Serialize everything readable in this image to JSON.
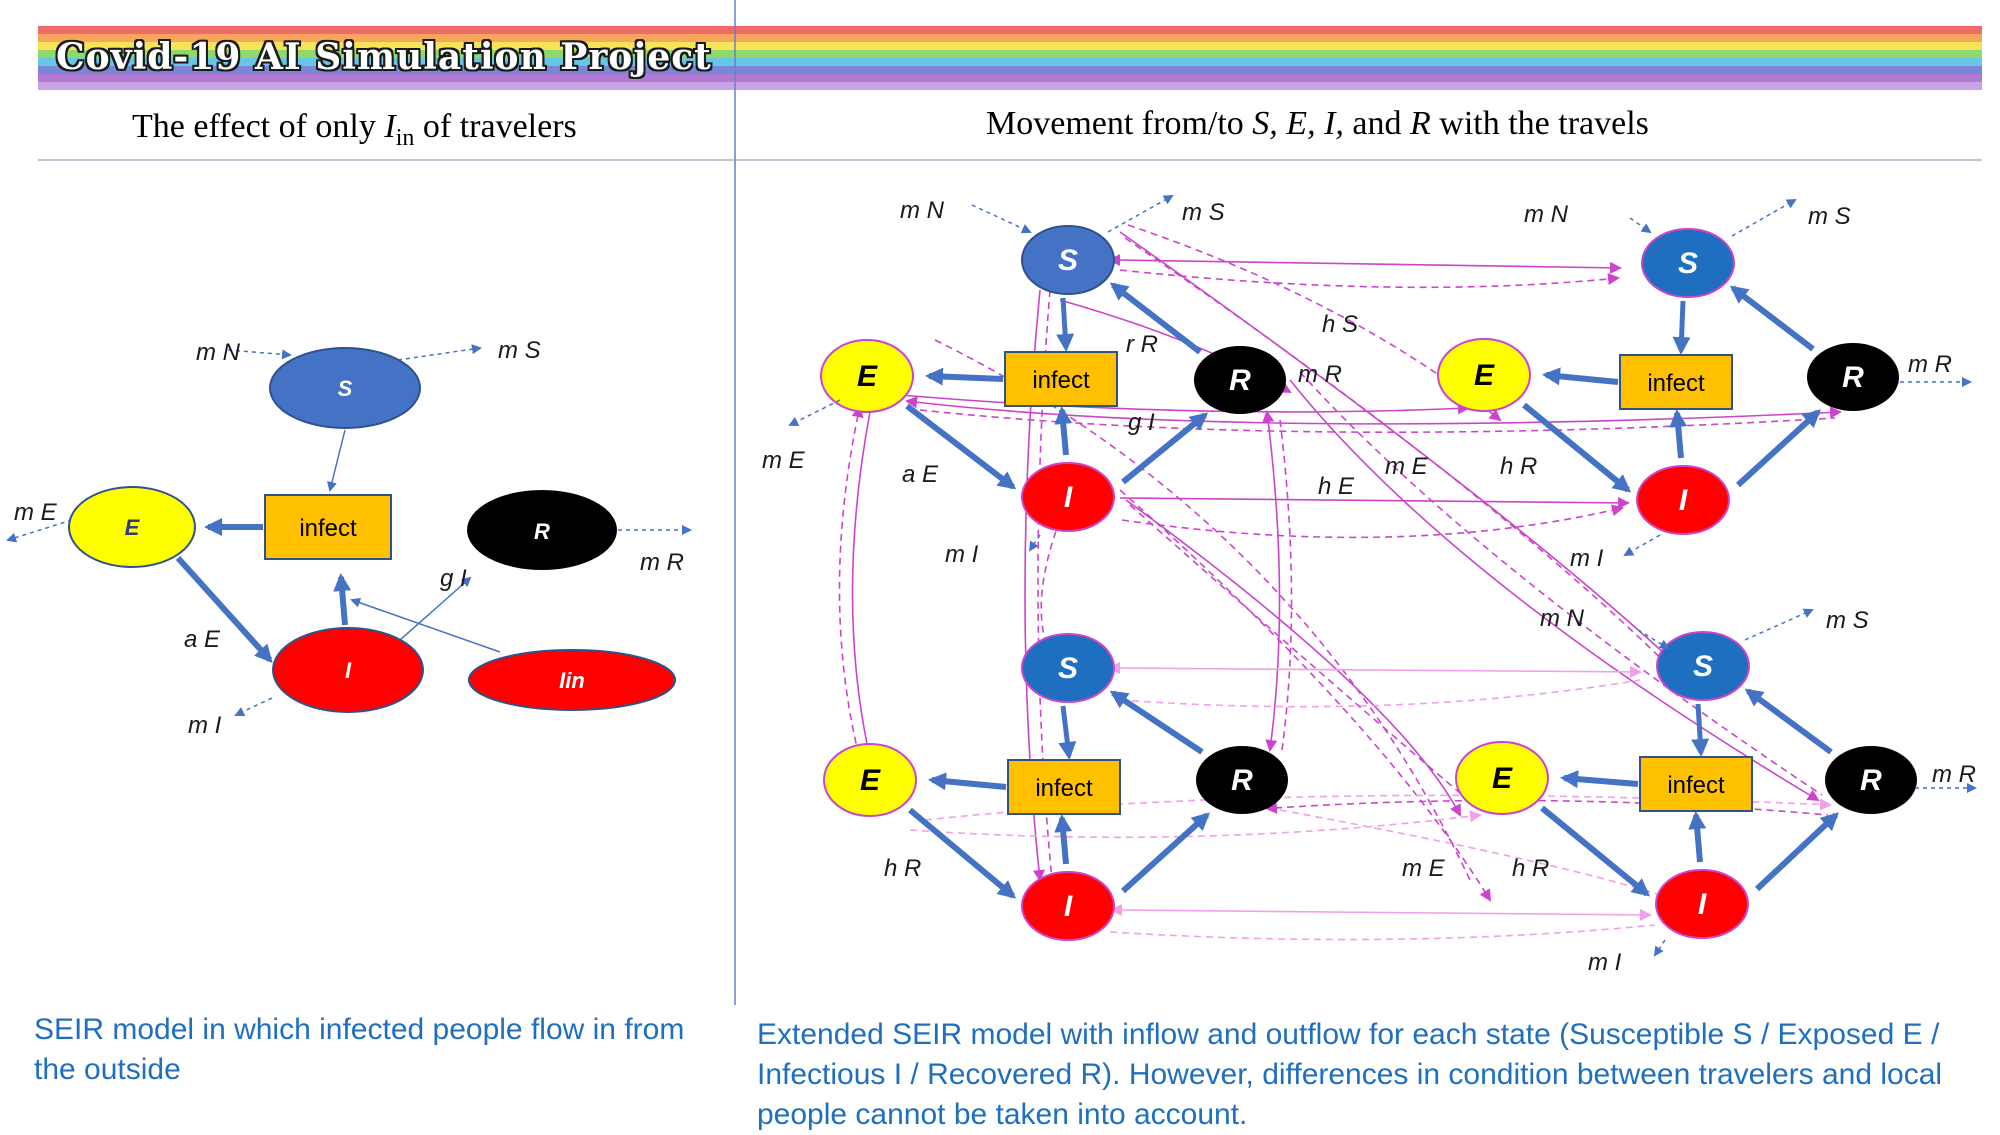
{
  "banner": {
    "title": "Covid-19 AI Simulation Project",
    "stripe_colors": [
      "#f06a6a",
      "#f7a65c",
      "#f5e35a",
      "#8fd86a",
      "#67c6e6",
      "#7b86d8",
      "#b07ad2"
    ]
  },
  "left": {
    "heading_pre": "The effect of only ",
    "heading_var": "I",
    "heading_sub": "in",
    "heading_post": " of travelers",
    "caption": "SEIR model in which infected people flow in from the outside",
    "nodes": {
      "S": "S",
      "E": "E",
      "I": "I",
      "R": "R",
      "Iin": "Iin"
    },
    "box": "infect",
    "labels": {
      "mN": "m N",
      "mS": "m S",
      "mE": "m E",
      "mR": "m R",
      "gI": "g I",
      "aE": "a E",
      "mI": "m I"
    }
  },
  "right": {
    "heading_pre": "Movement from/to ",
    "heading_vars": "S, E, I,",
    "heading_and": " and ",
    "heading_r": "R",
    "heading_post": " with the travels",
    "caption": "Extended SEIR model with inflow and outflow for each state (Susceptible S / Exposed E / Infectious I / Recovered R). However, differences in condition between travelers and local people cannot be taken into account.",
    "nodes": {
      "S": "S",
      "E": "E",
      "I": "I",
      "R": "R"
    },
    "box": "infect",
    "labels": {
      "tl_mN": "m N",
      "tl_mS": "m S",
      "tl_rR": "r R",
      "tl_mE": "m E",
      "tl_aE": "a E",
      "tl_gI": "g I",
      "tl_mI": "m I",
      "tr_mN": "m N",
      "tr_mS": "m S",
      "tr_mR": "m R",
      "tr_mI": "m I",
      "hS": "h S",
      "mR_mid": "m R",
      "hE": "h E",
      "mE_mid": "m E",
      "hR_mid": "h R",
      "br_mN": "m N",
      "br_mS": "m S",
      "br_mR": "m R",
      "br_mI": "m I",
      "bl_hR": "h R",
      "bot_mE": "m E",
      "bot_hR": "h R"
    }
  },
  "colors": {
    "S": "#4472c4",
    "S_dark": "#1f6fc0",
    "E": "#ffff00",
    "I": "#ff0000",
    "R": "#000000",
    "box": "#ffc000",
    "arrow": "#4472c4",
    "travel": "#cc44cc",
    "travel_light": "#f0a0e8",
    "caption": "#1f6fc0"
  }
}
